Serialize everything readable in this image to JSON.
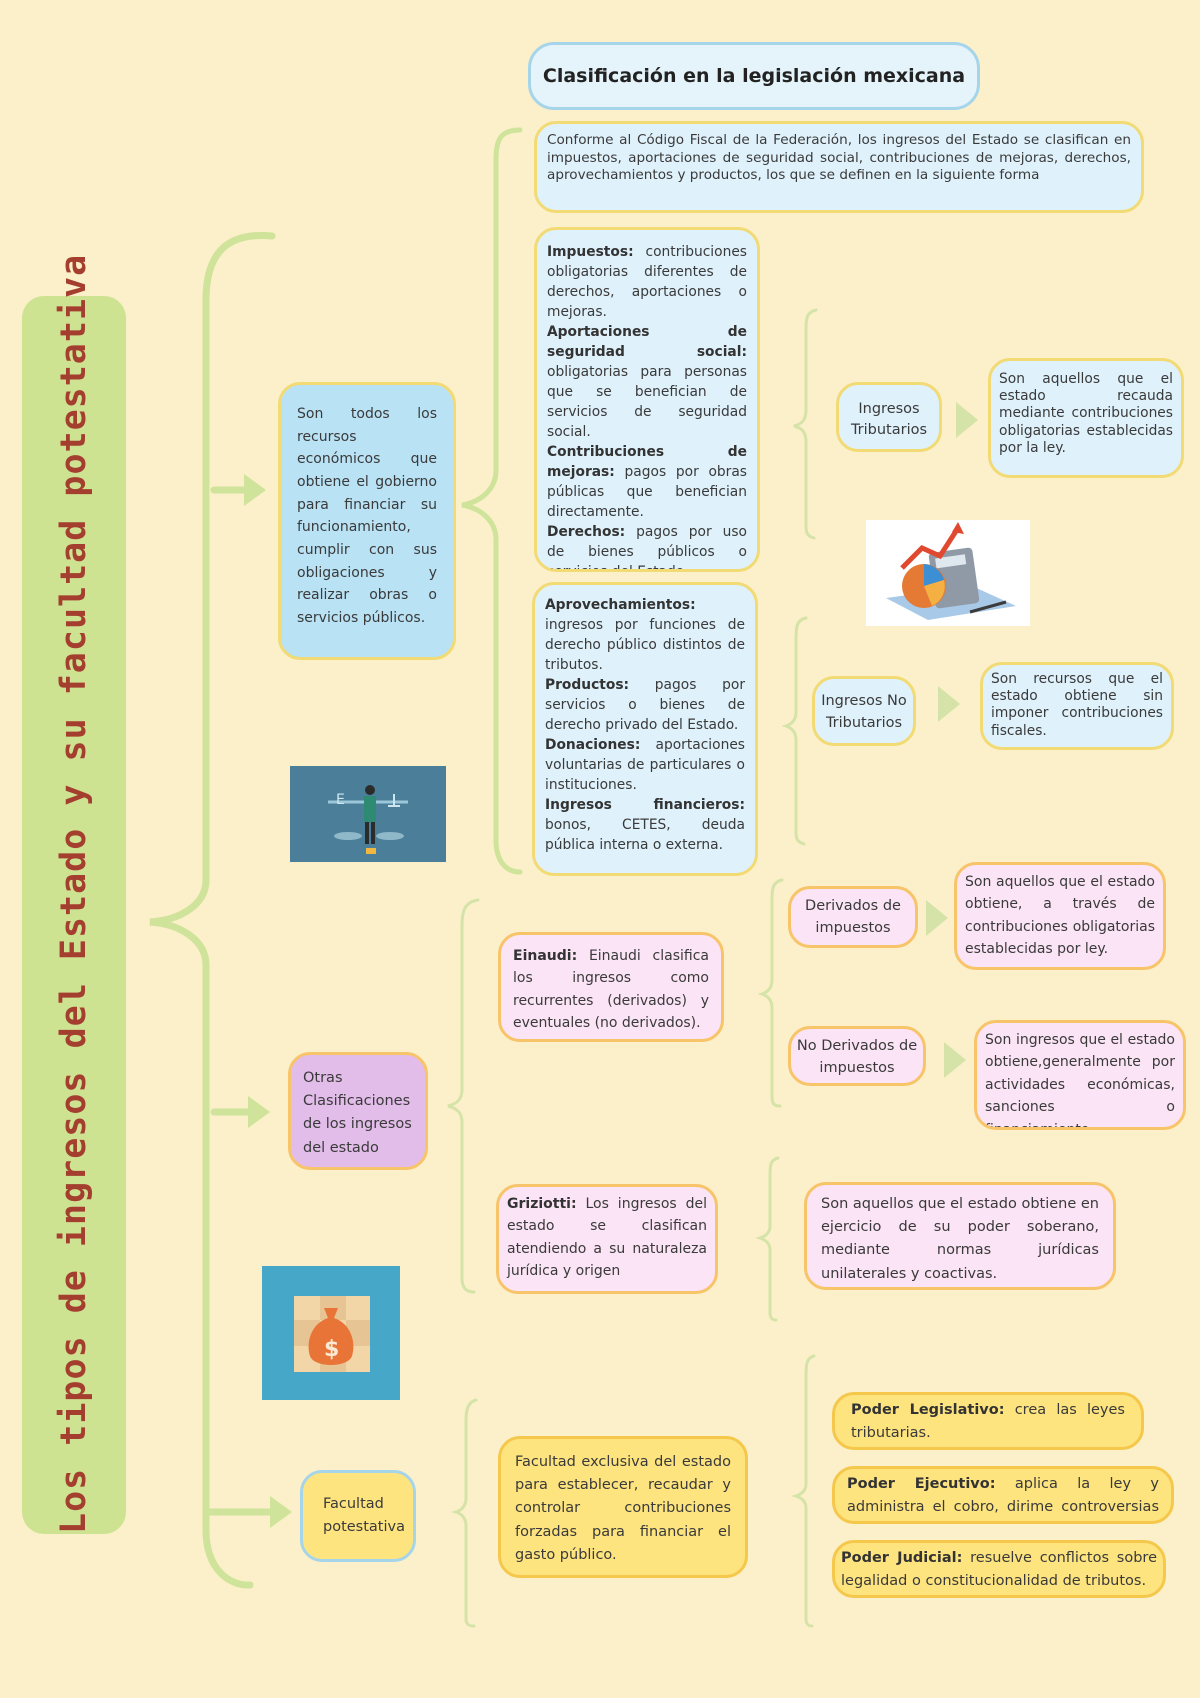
{
  "title": "Los tipos de ingresos del Estado y su facultad potestativa",
  "header": "Clasificación en la legislación mexicana",
  "intro": "Conforme al Código Fiscal de la Federación, los ingresos del Estado se clasifican en impuestos, aportaciones de seguridad social, contribuciones de mejoras, derechos, aprovechamientos y productos, los que se definen en la siguiente forma",
  "definition": "Son todos los recursos económicos que obtiene el gobierno para financiar su funcionamiento, cumplir con sus obligaciones y realizar obras o servicios públicos.",
  "tributarios_list": [
    {
      "term": "Impuestos:",
      "desc": " contribuciones obligatorias diferentes de derechos, aportaciones o mejoras."
    },
    {
      "term": "Aportaciones de seguridad social:",
      "desc": " obligatorias para personas que se benefician de servicios de seguridad social."
    },
    {
      "term": "Contribuciones de mejoras:",
      "desc": " pagos por obras públicas que benefician directamente."
    },
    {
      "term": "Derechos:",
      "desc": " pagos por uso de bienes públicos o servicios del Estado."
    }
  ],
  "no_tributarios_list": [
    {
      "term": "Aprovechamientos:",
      "desc": " ingresos por funciones de derecho público distintos de tributos."
    },
    {
      "term": "Productos:",
      "desc": " pagos por servicios o bienes de derecho privado del Estado."
    },
    {
      "term": "Donaciones:",
      "desc": " aportaciones voluntarias de particulares o instituciones."
    },
    {
      "term": "Ingresos financieros:",
      "desc": " bonos, CETES, deuda pública interna o externa."
    }
  ],
  "ingresos_tributarios": {
    "label": "Ingresos Tributarios",
    "desc": "Son aquellos que el estado recauda mediante contribuciones obligatorias establecidas por la ley."
  },
  "ingresos_no_tributarios": {
    "label": "Ingresos No Tributarios",
    "desc": "Son recursos que el estado obtiene sin imponer contribuciones fiscales."
  },
  "otras": "Otras Clasificaciones de los ingresos del estado",
  "einaudi": {
    "term": "Einaudi:",
    "desc": " Einaudi clasifica los ingresos como recurrentes (derivados) y eventuales (no derivados)."
  },
  "derivados": {
    "label": "Derivados de impuestos",
    "desc": "Son aquellos que el estado obtiene, a través de contribuciones obligatorias establecidas por ley."
  },
  "no_derivados": {
    "label": "No Derivados de impuestos",
    "desc": "Son ingresos que el estado obtiene,generalmente por actividades económicas, sanciones o financiamiento."
  },
  "griziotti": {
    "term": "Griziotti:",
    "desc": " Los ingresos del estado se clasifican atendiendo a su naturaleza jurídica y origen"
  },
  "griziotti_desc": "Son aquellos que el estado obtiene en ejercicio de su poder soberano, mediante normas jurídicas unilaterales y coactivas.",
  "facultad": "Facultad potestativa",
  "facultad_desc": "Facultad exclusiva del estado para establecer, recaudar y controlar contribuciones forzadas para financiar el gasto público.",
  "poderes": [
    {
      "term": "Poder Legislativo:",
      "desc": " crea las leyes tributarias."
    },
    {
      "term": "Poder Ejecutivo:",
      "desc": " aplica la ley y administra el cobro, dirime controversias administrativas."
    },
    {
      "term": "Poder Judicial:",
      "desc": " resuelve conflictos sobre legalidad o constitucionalidad de tributos."
    }
  ],
  "images": {
    "balance": "balance-scale-icon",
    "calculator": "calculator-chart-icon",
    "money": "money-bag-icon"
  },
  "colors": {
    "accent_green": "#cee391",
    "title_red": "#a43f2f"
  }
}
